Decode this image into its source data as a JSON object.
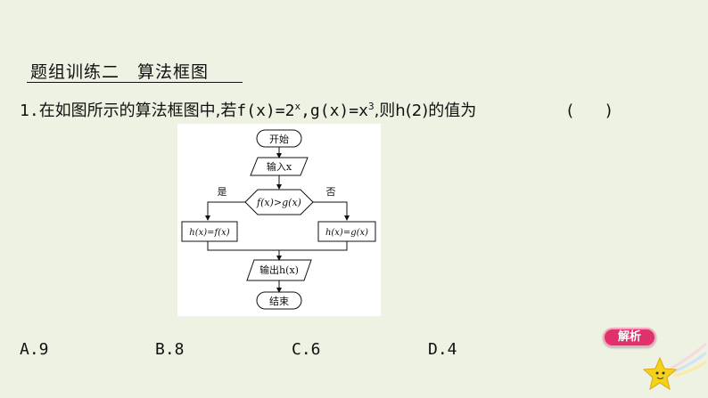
{
  "heading": "题组训练二　算法框图",
  "question": {
    "number": "1.",
    "text_pre": "在如图所示的算法框图中,若",
    "f_expr": "f(x)=2",
    "f_exp": "x",
    "sep": ",",
    "g_expr": "g(x)=x",
    "g_exp": "3",
    "text_post": ",则h(2)的值为",
    "paren": "(　　)"
  },
  "flowchart": {
    "start": "开始",
    "input": "输入x",
    "condition": "f(x)>g(x)",
    "yes": "是",
    "no": "否",
    "left_assign": "h(x)=f(x)",
    "right_assign": "h(x)=g(x)",
    "output": "输出h(x)",
    "end": "结束"
  },
  "options": [
    {
      "label": "A.9"
    },
    {
      "label": "B.8"
    },
    {
      "label": "C.6"
    },
    {
      "label": "D.4"
    }
  ],
  "answer_button": "解析",
  "colors": {
    "background": "#eef2e2",
    "button": "#e0316a",
    "star": "#f4d21c"
  }
}
